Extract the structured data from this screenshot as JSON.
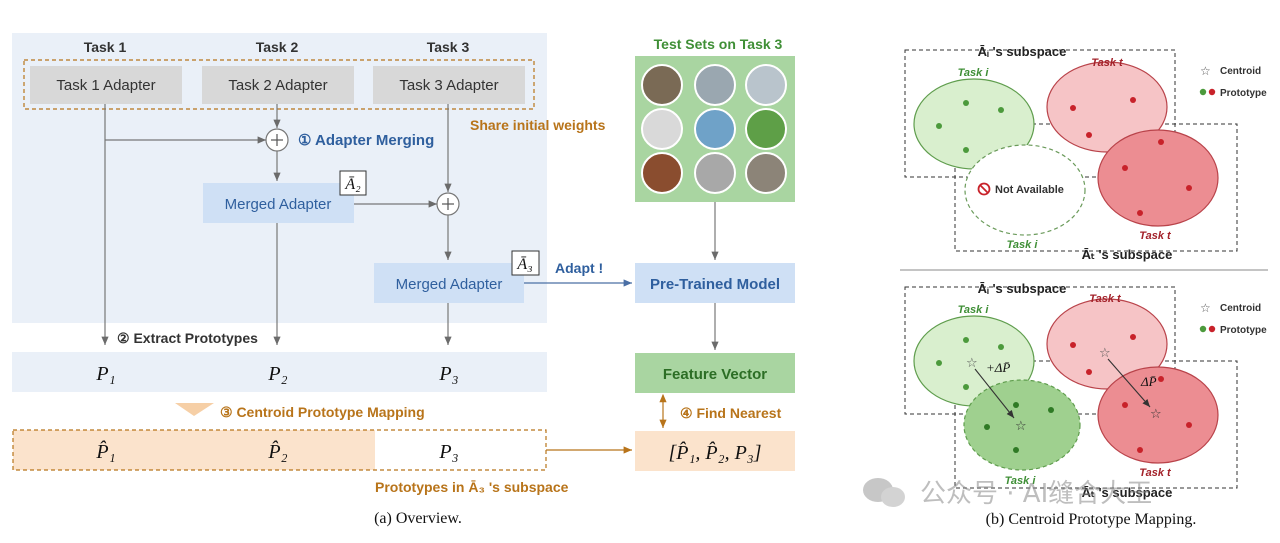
{
  "overview": {
    "task_headers": [
      "Task 1",
      "Task 2",
      "Task 3"
    ],
    "adapters": [
      "Task 1 Adapter",
      "Task 2 Adapter",
      "Task 3 Adapter"
    ],
    "share_weights": "Share initial weights",
    "step1": "① Adapter Merging",
    "merged_adapter": "Merged Adapter",
    "a2_symbol": "Ā₂",
    "a3_symbol": "Ā₃",
    "adapt": "Adapt !",
    "test_sets_title": "Test Sets on Task 3",
    "pretrained_model": "Pre-Trained Model",
    "step2": "② Extract Prototypes",
    "prototypes": [
      "P₁",
      "P₂",
      "P₃"
    ],
    "step3": "③ Centroid Prototype Mapping",
    "feature_vector": "Feature Vector",
    "step4": "④ Find Nearest",
    "mapped": [
      "P̂₁",
      "P̂₂",
      "P₃"
    ],
    "nearest_set": "[P̂₁, P̂₂, P₃]",
    "subspace_caption": "Prototypes in  Ā₃ 's subspace",
    "caption": "(a) Overview."
  },
  "mapping": {
    "top_subspace_i": "Āᵢ 's subspace",
    "bottom_subspace_t": "Āₜ 's subspace",
    "task_i": "Task i",
    "task_t": "Task t",
    "not_available": "Not Available",
    "legend_centroid": "Centroid",
    "legend_prototype": "Prototype",
    "delta_plus": "+ΔP̄",
    "delta": "ΔP̄",
    "caption": "(b) Centroid Prototype Mapping."
  },
  "watermark": "公众号 · AI缝合大王",
  "colors": {
    "panel_bg": "#eaf0f8",
    "blue_box": "#d5e4f5",
    "blue_text": "#2f5f9e",
    "orange_text": "#b8741a",
    "orange_fill": "#fbe3cc",
    "green_box": "#a9d5a1",
    "green_text": "#3f8f36",
    "red_fill": "#f0a3a6",
    "red_dot": "#c8222a"
  }
}
